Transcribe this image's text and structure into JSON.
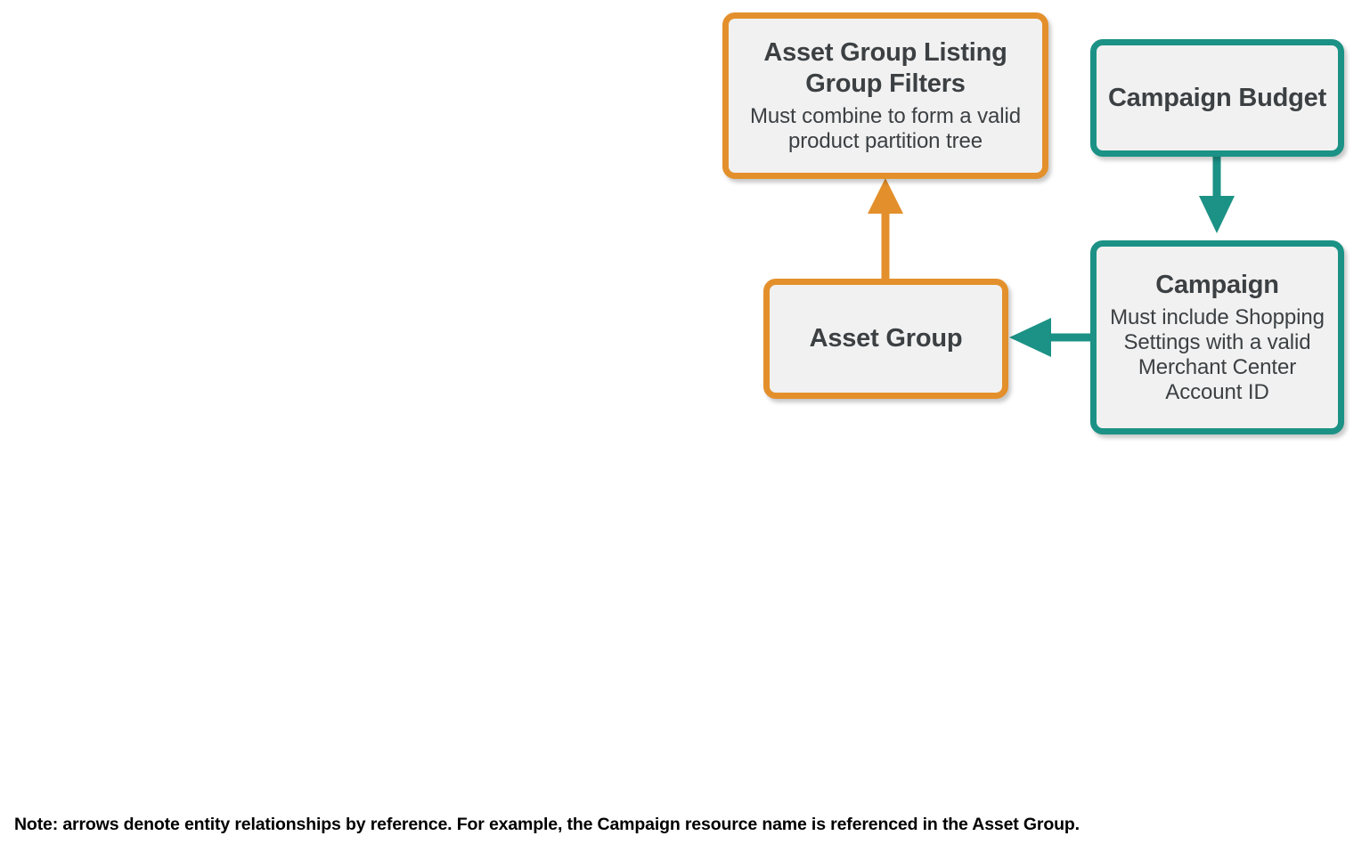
{
  "diagram": {
    "colors": {
      "orange": "#e3902c",
      "teal": "#1b9285",
      "node_fill": "#f1f1f1",
      "text": "#3c4043",
      "footnote_text": "#000000",
      "background": "#ffffff"
    },
    "nodes": [
      {
        "id": "asset-group-listing-group-filters",
        "title": "Asset Group Listing Group Filters",
        "subtitle": "Must combine to form a valid product partition tree",
        "accent": "orange"
      },
      {
        "id": "campaign-budget",
        "title": "Campaign Budget",
        "subtitle": "",
        "accent": "teal"
      },
      {
        "id": "asset-group",
        "title": "Asset Group",
        "subtitle": "",
        "accent": "orange"
      },
      {
        "id": "campaign",
        "title": "Campaign",
        "subtitle": "Must include Shopping Settings with a valid Merchant Center Account ID",
        "accent": "teal"
      }
    ],
    "edges": [
      {
        "id": "asset-group-to-filters",
        "from": "asset-group",
        "to": "asset-group-listing-group-filters",
        "color": "orange",
        "direction": "up"
      },
      {
        "id": "campaign-budget-to-campaign",
        "from": "campaign-budget",
        "to": "campaign",
        "color": "teal",
        "direction": "down"
      },
      {
        "id": "campaign-to-asset-group",
        "from": "campaign",
        "to": "asset-group",
        "color": "teal",
        "direction": "left"
      }
    ],
    "footnote": "Note: arrows denote entity relationships by reference. For example, the Campaign resource name is referenced in the Asset Group."
  }
}
